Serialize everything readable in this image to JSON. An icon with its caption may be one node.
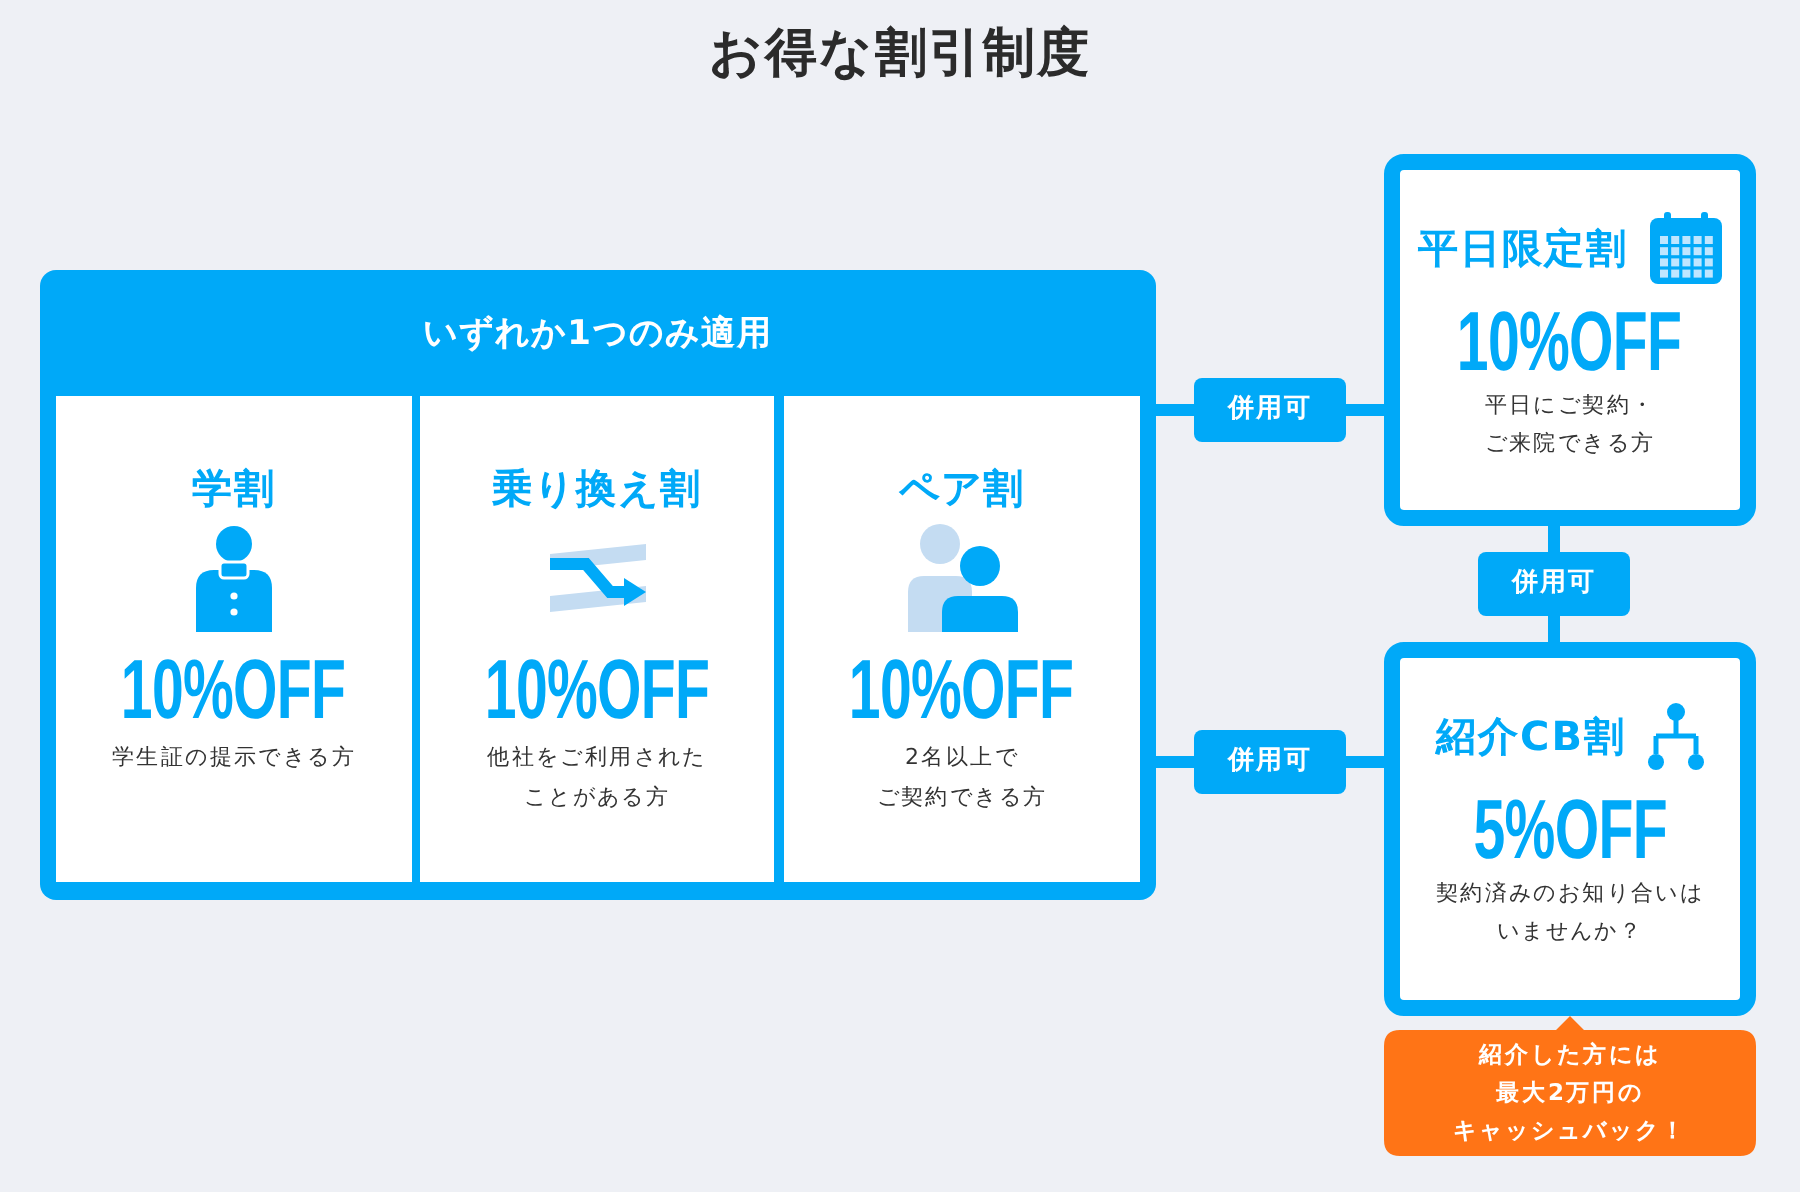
{
  "diagram": {
    "title": "お得な割引制度",
    "nodes": [
      {
        "text": [
          "いずれか1つのみ適用"
        ]
      },
      {
        "text": [
          "学割",
          "10%OFF",
          "学生証の提示できる方"
        ],
        "in": 0
      },
      {
        "text": [
          "乗り換え割",
          "10%OFF",
          "他社をご利用されたことがある方"
        ],
        "in": 0
      },
      {
        "text": [
          "ペア割",
          "10%OFF",
          "2名以上でご契約できる方"
        ],
        "in": 0
      },
      {
        "text": [
          "平日限定割",
          "10%OFF",
          "平日にご契約・ご来院できる方"
        ]
      },
      {
        "text": [
          "紹介CB割",
          "5%OFF",
          "契約済みのお知り合いはいませんか？"
        ]
      },
      {
        "text": [
          "紹介した方には最大2万円のキャッシュバック！"
        ]
      }
    ],
    "edges": [
      {
        "from": 0,
        "to": 4,
        "arrow": "none",
        "label": "併用可"
      },
      {
        "from": 4,
        "to": 5,
        "arrow": "none",
        "label": "併用可"
      },
      {
        "from": 0,
        "to": 5,
        "arrow": "none",
        "label": "併用可"
      }
    ]
  }
}
